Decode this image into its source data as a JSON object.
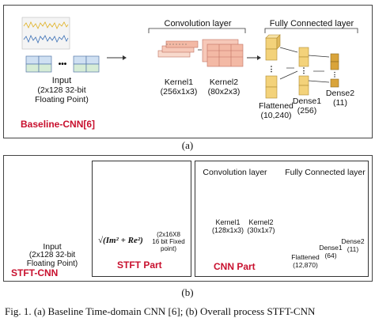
{
  "a": {
    "caption": "(a)",
    "input_label": "Input",
    "input_detail_1": "(2x128 32-bit",
    "input_detail_2": "Floating Point)",
    "conv_title": "Convolution layer",
    "kernel1": "Kernel1",
    "kernel1_dim": "(256x1x3)",
    "kernel2": "Kernel2",
    "kernel2_dim": "(80x2x3)",
    "fc_title": "Fully Connected layer",
    "flattened": "Flattened",
    "flattened_dim": "(10,240)",
    "dense1": "Dense1",
    "dense1_dim": "(256)",
    "dense2": "Dense2",
    "dense2_dim": "(11)",
    "model_name": "Baseline-CNN[6]"
  },
  "b": {
    "caption": "(b)",
    "input_label": "Input",
    "input_detail_1": "(2x128 32-bit",
    "input_detail_2": "Floating Point)",
    "fixed_1": "(2x16X8",
    "fixed_2": "16 bit Fixed",
    "fixed_3": "point)",
    "formula": "√(Im² + Re²)",
    "stft_part": "STFT Part",
    "conv_title": "Convolution layer",
    "kernel1": "Kernel1",
    "kernel1_dim": "(128x1x3)",
    "kernel2": "Kernel2",
    "kernel2_dim": "(30x1x7)",
    "fc_title": "Fully Connected layer",
    "flattened": "Flattened",
    "flattened_dim": "(12,870)",
    "dense1": "Dense1",
    "dense1_dim": "(64)",
    "dense2": "Dense2",
    "dense2_dim": "(11)",
    "cnn_part": "CNN Part",
    "model_name": "STFT-CNN"
  },
  "figure_caption": "Fig. 1. (a) Baseline Time-domain CNN [6]; (b) Overall process STFT-CNN",
  "colors": {
    "model_red": "#c8102e",
    "signal_yellow": "#e0b020",
    "signal_blue": "#3a6fb5",
    "kernel_pink": "#f6c8b8",
    "dense_yellow": "#f3d27a",
    "dense2_orange": "#d9a43a",
    "input_blue": "#cfe0f2"
  }
}
